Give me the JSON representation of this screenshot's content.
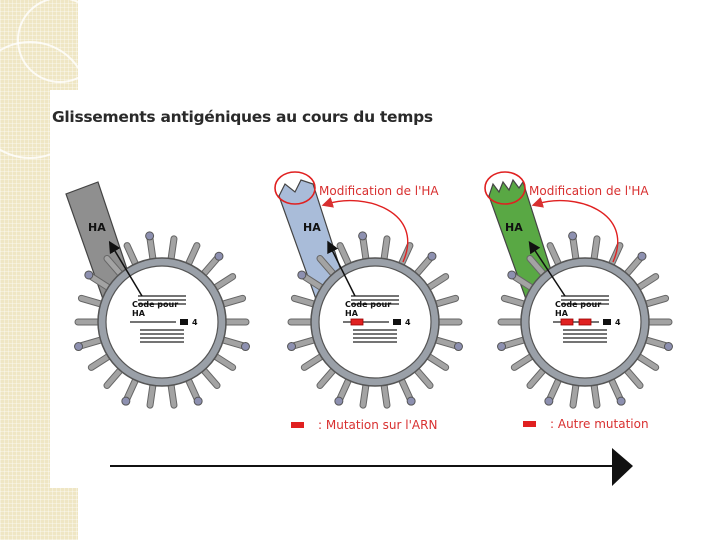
{
  "title": "Glissements antigéniques au cours du temps",
  "virus_label": "HA",
  "code_line1": "Code pour",
  "code_line2": "HA",
  "code_number": "4",
  "modification_label": "Modification de l'HA",
  "legend_mutation_arn": ": Mutation sur l'ARN",
  "legend_autre_mutation": ": Autre mutation",
  "colors": {
    "virus_fill": "#8c8c8c",
    "ring_gray": "#9aa0a8",
    "inner_circle": "#ffffff",
    "spike_fill": "#a3a3a3",
    "knob_fill": "#8d90b0",
    "ha_original": "#8f8f8f",
    "ha_blue": "#a9bcd9",
    "ha_green": "#59a844",
    "mutation_red": "#e02020",
    "label_red": "#d83030",
    "timeline": "#111111",
    "background_strip": "#efe6c4"
  }
}
